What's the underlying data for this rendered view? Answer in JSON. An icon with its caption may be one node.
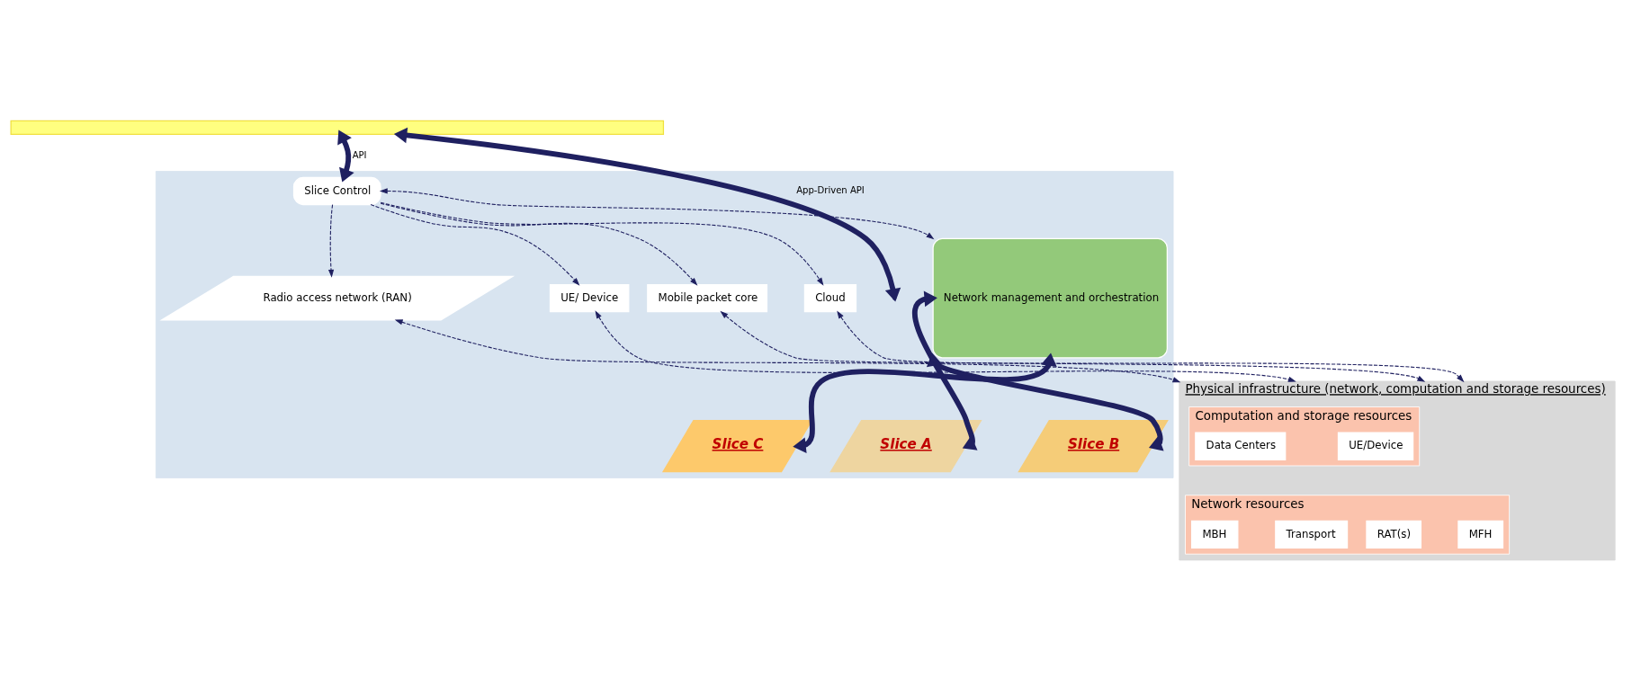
{
  "diagram": {
    "nodes": [
      {
        "text": [],
        "shape": "bar"
      },
      {
        "text": [],
        "shape": "box"
      },
      {
        "text": [
          "Slice A"
        ],
        "in": 1
      },
      {
        "text": [
          "Slice B"
        ],
        "in": 1
      },
      {
        "text": [
          "Slice C"
        ],
        "in": 1
      },
      {
        "text": [
          "Slice Control"
        ],
        "in": 1
      },
      {
        "text": [
          "UE/ Device"
        ],
        "in": 1
      },
      {
        "text": [
          "Radio access network (RAN)"
        ],
        "in": 1
      },
      {
        "text": [
          "Mobile packet core"
        ],
        "in": 1
      },
      {
        "text": [
          "Cloud"
        ],
        "in": 1
      },
      {
        "text": [
          "Network management and orchestration"
        ],
        "in": 1
      },
      {
        "text": [
          "Physical infrastructure (network, computation and storage resources)"
        ]
      },
      {
        "text": [
          "Computation and storage resources"
        ],
        "in": 11
      },
      {
        "text": [
          "UE/Device"
        ],
        "in": 12
      },
      {
        "text": [
          "Data Centers"
        ],
        "in": 12
      },
      {
        "text": [
          "Network resources"
        ],
        "in": 11
      },
      {
        "text": [
          "RAT(s)"
        ],
        "in": 15
      },
      {
        "text": [
          "MFH"
        ],
        "in": 15
      },
      {
        "text": [
          "MBH"
        ],
        "in": 15
      },
      {
        "text": [
          "Transport"
        ],
        "in": 15
      }
    ],
    "edges": [
      {
        "from": 0,
        "to": 5,
        "arrow": "both",
        "label": "API",
        "style": "thick"
      },
      {
        "from": 0,
        "to": null,
        "arrow": "both",
        "label": "App-Driven API",
        "style": "thick"
      },
      {
        "from": 5,
        "to": 10,
        "arrow": "both",
        "style": "dashed"
      },
      {
        "from": 5,
        "to": 6,
        "arrow": "to",
        "style": "dashed"
      },
      {
        "from": 5,
        "to": 7,
        "arrow": "to",
        "style": "dashed"
      },
      {
        "from": 5,
        "to": 8,
        "arrow": "to",
        "style": "dashed"
      },
      {
        "from": 5,
        "to": 9,
        "arrow": "to",
        "style": "dashed"
      },
      {
        "from": 6,
        "to": 11,
        "arrow": "both",
        "style": "dashed"
      },
      {
        "from": 7,
        "to": 11,
        "arrow": "both",
        "style": "dashed"
      },
      {
        "from": 8,
        "to": 11,
        "arrow": "both",
        "style": "dashed"
      },
      {
        "from": 9,
        "to": 11,
        "arrow": "both",
        "style": "dashed"
      },
      {
        "from": 2,
        "to": 10,
        "arrow": "both",
        "style": "thick"
      },
      {
        "from": 3,
        "to": 10,
        "arrow": "both",
        "style": "thick"
      },
      {
        "from": 4,
        "to": 10,
        "arrow": "both",
        "style": "thick"
      }
    ]
  }
}
